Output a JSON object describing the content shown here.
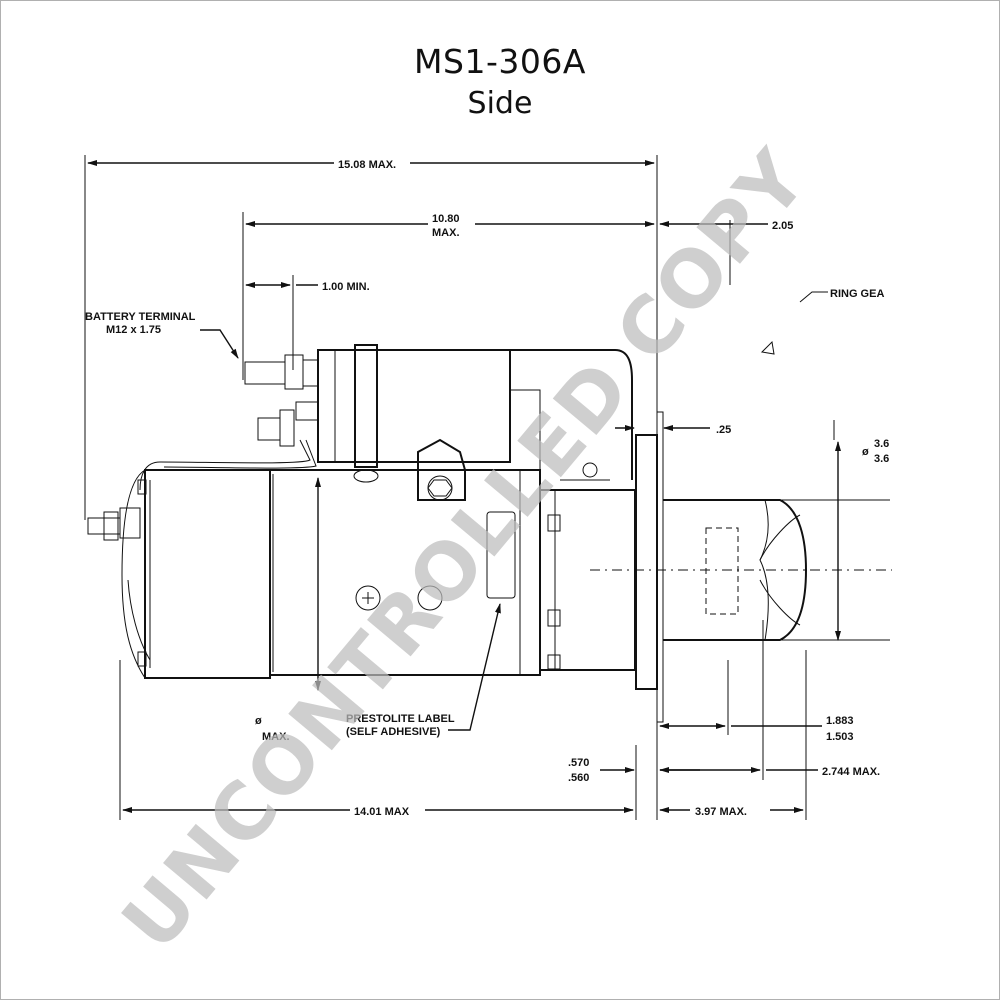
{
  "title": {
    "model": "MS1-306A",
    "view": "Side"
  },
  "dimensions": {
    "overall_length": "15.08 MAX.",
    "solenoid_length_1": "10.80",
    "solenoid_length_2": "MAX.",
    "terminal_offset": "1.00 MIN.",
    "right_top": "2.05",
    "flange_thickness": ".25",
    "pinion_dia_1": "3.6",
    "pinion_dia_2": "3.6",
    "dia_symbol": "ø",
    "body_dia_symbol": "ø",
    "body_dia_max": "MAX.",
    "pilot_1": "1.883",
    "pilot_2": "1.503",
    "mount_1": ".570",
    "mount_2": ".560",
    "gear_reach": "2.744 MAX.",
    "body_length": "14.01 MAX",
    "nose_length": "3.97 MAX."
  },
  "callouts": {
    "battery_terminal_1": "BATTERY TERMINAL",
    "battery_terminal_2": "M12 x 1.75",
    "ring_gear": "RING GEA",
    "label_1": "PRESTOLITE LABEL",
    "label_2": "(SELF ADHESIVE)"
  },
  "watermark": "UNCONTROLLED COPY",
  "colors": {
    "line": "#111111",
    "watermark": "#bdbdbd"
  }
}
